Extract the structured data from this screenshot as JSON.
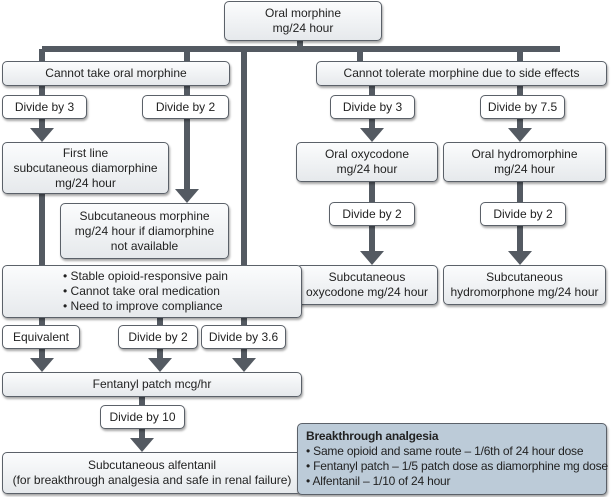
{
  "nodes": {
    "oral_morphine": [
      "Oral morphine",
      "mg/24 hour"
    ],
    "cannot_take_oral": "Cannot take oral morphine",
    "cannot_tolerate": "Cannot tolerate morphine due to side effects",
    "divide_3_left": "Divide by 3",
    "divide_2_left": "Divide by 2",
    "divide_3_right": "Divide by 3",
    "divide_7_5": "Divide by 7.5",
    "first_line": [
      "First line",
      "subcutaneous diamorphine",
      "mg/24 hour"
    ],
    "sc_morphine": [
      "Subcutaneous morphine",
      "mg/24 hour if diamorphine",
      "not available"
    ],
    "oral_oxycodone": [
      "Oral oxycodone",
      "mg/24 hour"
    ],
    "oral_hydromorphine": [
      "Oral hydromorphine",
      "mg/24 hour"
    ],
    "divide_2_oxy": "Divide by 2",
    "divide_2_hydro": "Divide by 2",
    "sc_oxycodone": [
      "Subcutaneous",
      "oxycodone mg/24 hour"
    ],
    "sc_hydromorphone": [
      "Subcutaneous",
      "hydromorphone mg/24 hour"
    ],
    "stable": [
      "• Stable opioid-responsive pain",
      "• Cannot take oral medication",
      "• Need to improve compliance"
    ],
    "equivalent": "Equivalent",
    "divide_2_fent": "Divide by 2",
    "divide_3_6": "Divide by 3.6",
    "fentanyl": "Fentanyl patch mcg/hr",
    "divide_10": "Divide by 10",
    "alfentanil": [
      "Subcutaneous alfentanil",
      "(for breakthrough analgesia and safe in renal failure)"
    ]
  },
  "breakthrough": {
    "title": "Breakthrough analgesia",
    "items": [
      "• Same opioid and same route – 1/6th of 24 hour dose",
      "• Fentanyl patch – 1/5 patch dose as diamorphine mg dose",
      "• Alfentanil – 1/10 of 24 hour"
    ]
  },
  "colors": {
    "connector": "#545a62",
    "box_fill": "#eef0f2",
    "breakthrough_fill": "#bccbd8"
  }
}
